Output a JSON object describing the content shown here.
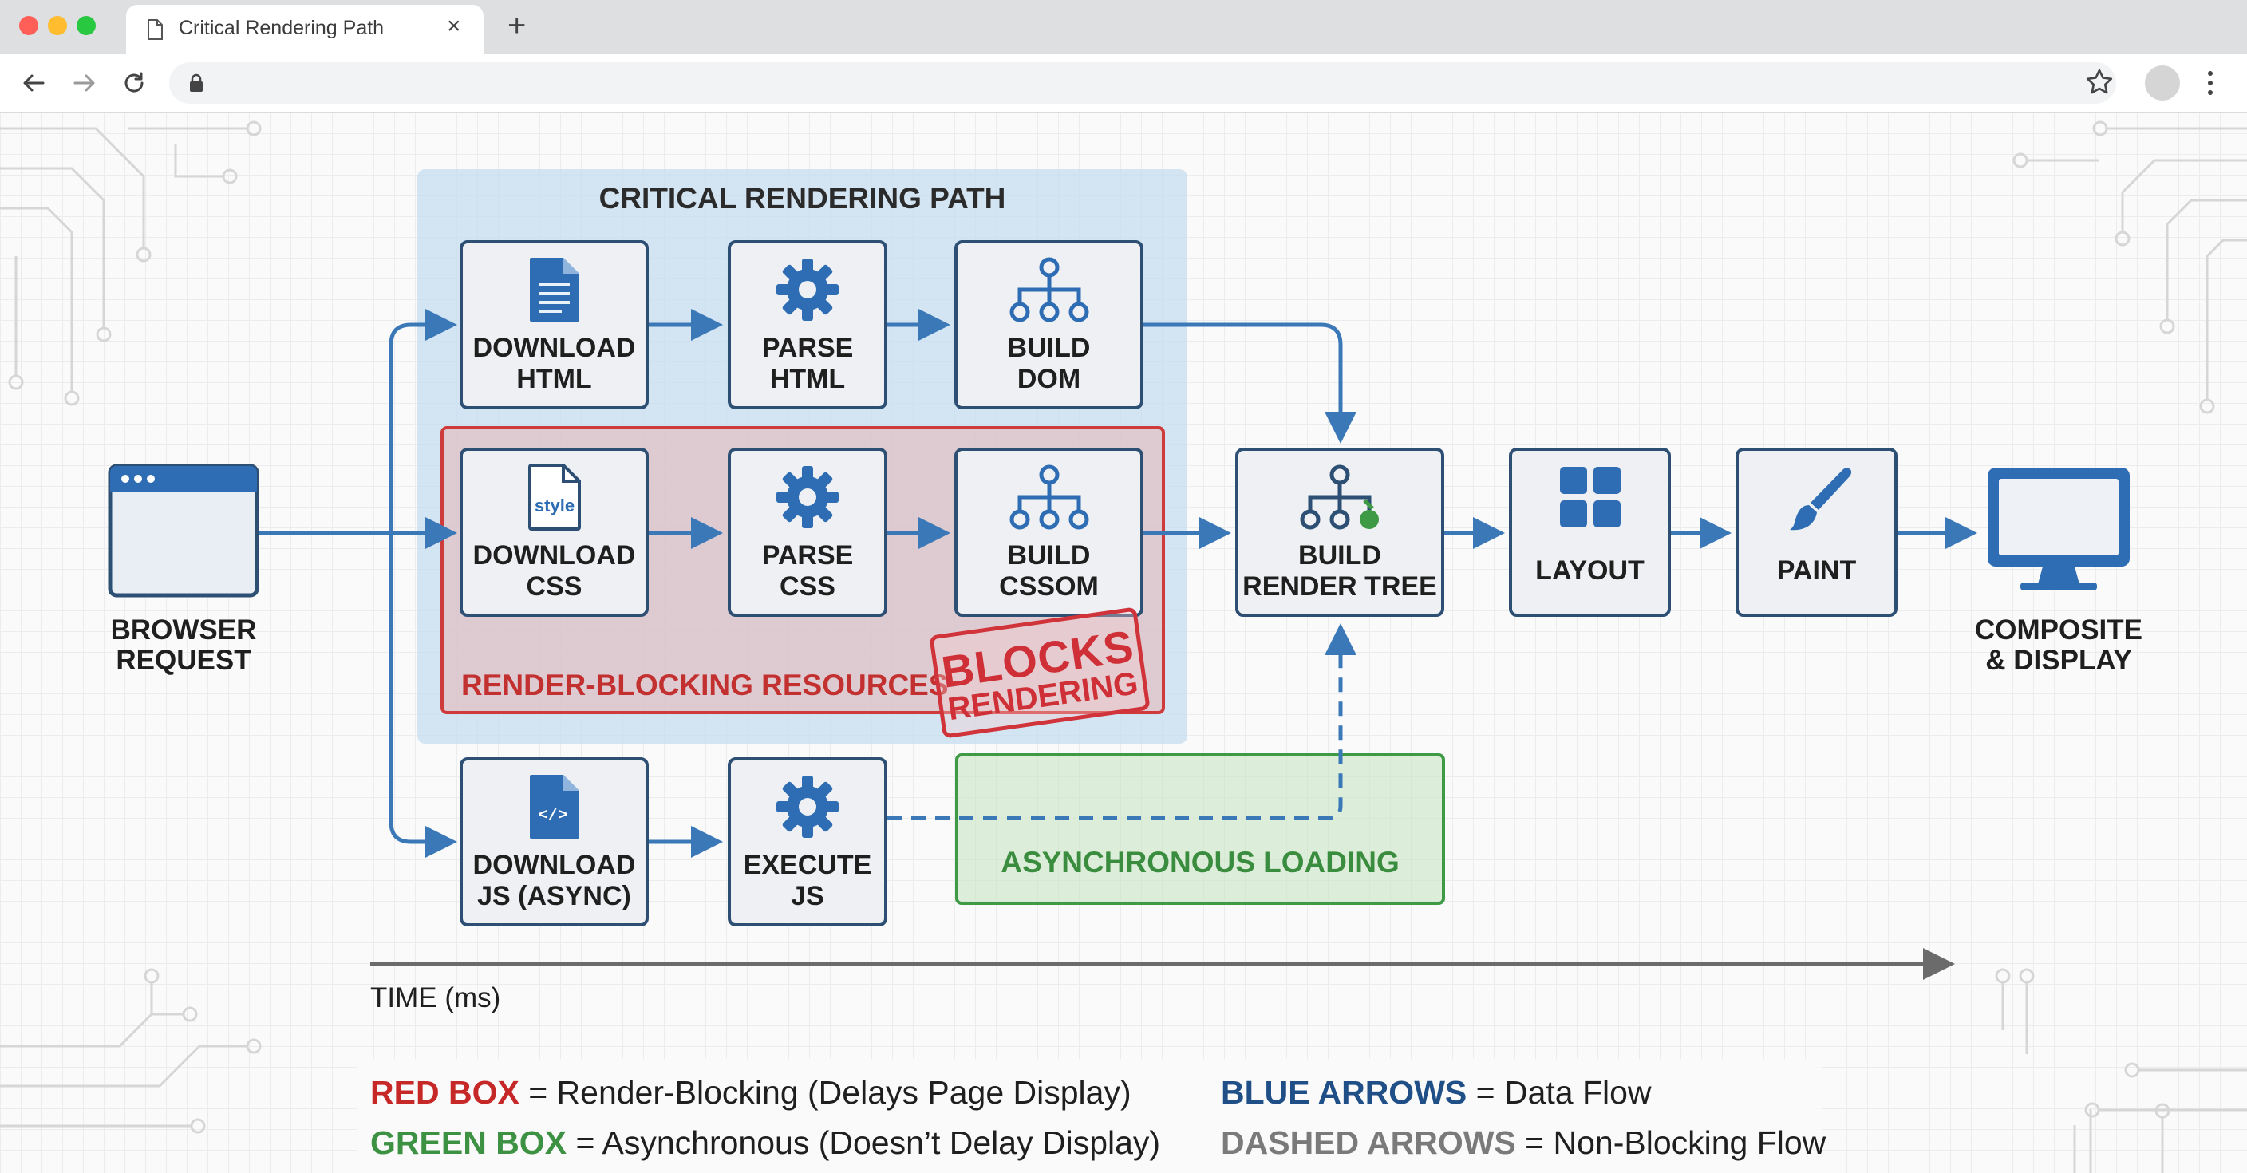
{
  "browser": {
    "tab_title": "Critical Rendering Path",
    "close_glyph": "×",
    "newtab_glyph": "+",
    "traffic_lights": [
      "#ff5f57",
      "#febc2e",
      "#28c840"
    ]
  },
  "diagram": {
    "zone_title": "CRITICAL RENDERING PATH",
    "browser_request_label": "BROWSER\nREQUEST",
    "composite_label": "COMPOSITE\n& DISPLAY",
    "steps": {
      "download_html": "DOWNLOAD\nHTML",
      "parse_html": "PARSE\nHTML",
      "build_dom": "BUILD\nDOM",
      "download_css": "DOWNLOAD\nCSS",
      "parse_css": "PARSE\nCSS",
      "build_cssom": "BUILD\nCSSOM",
      "download_js": "DOWNLOAD\nJS (ASYNC)",
      "execute_js": "EXECUTE\nJS",
      "render_tree": "BUILD\nRENDER TREE",
      "layout": "LAYOUT",
      "paint": "PAINT"
    },
    "css_icon_text": "style",
    "js_icon_text": "</>",
    "render_blocking_label": "RENDER-BLOCKING RESOURCES",
    "async_label": "ASYNCHRONOUS LOADING",
    "stamp_line1": "BLOCKS",
    "stamp_line2": "RENDERING",
    "time_axis_label": "TIME (ms)"
  },
  "legend": [
    {
      "key": "RED BOX",
      "text": " = Render-Blocking (Delays Page Display)",
      "color": "#c62828"
    },
    {
      "key": "GREEN BOX",
      "text": " = Asynchronous (Doesn’t Delay Display)",
      "color": "#3d9142"
    },
    {
      "key": "BLUE ARROWS",
      "text": " = Data Flow",
      "color": "#1f4f86"
    },
    {
      "key": "DASHED ARROWS",
      "text": " = Non-Blocking Flow",
      "color": "#7a7a7a"
    }
  ],
  "colors": {
    "flow_blue": "#3a78b7",
    "icon_blue": "#2e6db4",
    "box_border": "#2c4f73",
    "render_blocking_red": "#cf3a3a",
    "async_green": "#3f9a45"
  }
}
